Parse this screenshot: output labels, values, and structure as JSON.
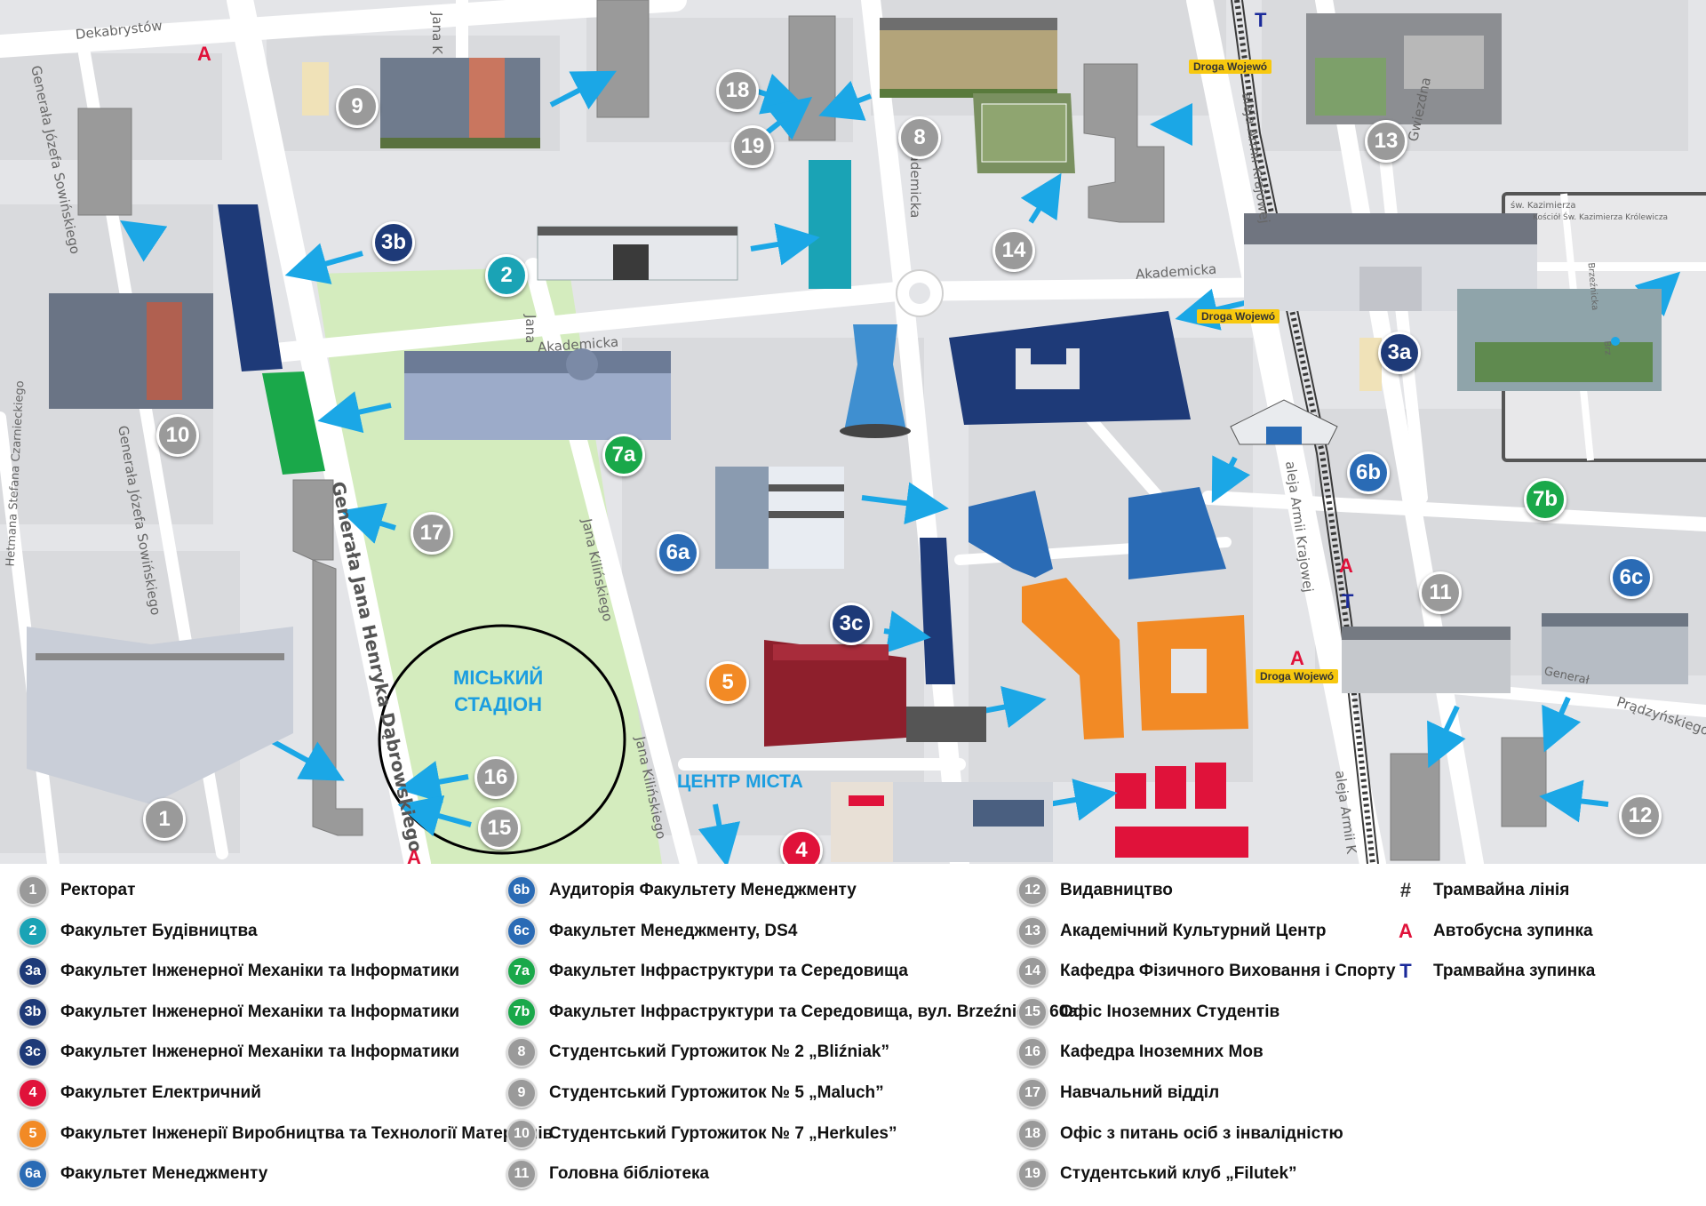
{
  "colors": {
    "grey": "#9a9a9a",
    "teal": "#1aa3b5",
    "navy": "#1e3a78",
    "red": "#e0123a",
    "orange": "#f28a25",
    "blue": "#2a6bb5",
    "green": "#1aa84a",
    "stadium": "#d4ecbe",
    "road": "#ffffff",
    "block": "#d9dadd",
    "arrow": "#1ba7e6"
  },
  "map": {
    "stadium_label": "МІСЬКИЙ\nСТАДІОН",
    "city_center_label": "ЦЕНТР МІСТА",
    "streets": {
      "dekabrystow": "Dekabrystów",
      "jana_k_top": "Jana K",
      "sowinskiego_1": "Generała Józefa Sowińskiego",
      "sowinskiego_2": "Generała Józefa Sowińskiego",
      "czarnieckiego": "Hetmana Stefana Czarnieckiego",
      "dabrowskiego": "Generała Jana Henryka Dąbrowskiego",
      "jana_mid": "Jana",
      "akademicka_1": "Akademicka",
      "akademicka_2": "Akademicka",
      "akademicka_3": "Akademicka",
      "kilinskiego_1": "Jana Kilińskiego",
      "kilinskiego_2": "Jana Kilińskiego",
      "armii_1": "aleja Armii Krajowej",
      "armii_2": "aleja Armii Krajowej",
      "armii_3": "aleja Armii K",
      "gwiezdna": "Gwiezdna",
      "pradzynskiego": "Prądzyńskiego",
      "generala": "Generał",
      "kazimierza": "św. Kazimierza",
      "kosciol": "Kościół Św. Kazimierza Królewicza",
      "brzeznicka": "Brzeźnicka",
      "brz": "Brz"
    },
    "road_signs": {
      "sign_1": "Droga Wojewó",
      "sign_2": "Droga Wojewó",
      "sign_3": "Droga Wojewó"
    },
    "stops": {
      "bus_1": "A",
      "bus_2": "A",
      "bus_3": "A",
      "bus_4": "A",
      "tram_1": "T",
      "tram_2": "T"
    },
    "markers": {
      "m1": {
        "label": "1",
        "color": "#9a9a9a"
      },
      "m2": {
        "label": "2",
        "color": "#1aa3b5"
      },
      "m3a": {
        "label": "3a",
        "color": "#1e3a78"
      },
      "m3b": {
        "label": "3b",
        "color": "#1e3a78"
      },
      "m3c": {
        "label": "3c",
        "color": "#1e3a78"
      },
      "m4": {
        "label": "4",
        "color": "#e0123a"
      },
      "m5": {
        "label": "5",
        "color": "#f28a25"
      },
      "m6a": {
        "label": "6a",
        "color": "#2a6bb5"
      },
      "m6b": {
        "label": "6b",
        "color": "#2a6bb5"
      },
      "m6c": {
        "label": "6c",
        "color": "#2a6bb5"
      },
      "m7a": {
        "label": "7a",
        "color": "#1aa84a"
      },
      "m7b": {
        "label": "7b",
        "color": "#1aa84a"
      },
      "m8": {
        "label": "8",
        "color": "#9a9a9a"
      },
      "m9": {
        "label": "9",
        "color": "#9a9a9a"
      },
      "m10": {
        "label": "10",
        "color": "#9a9a9a"
      },
      "m11": {
        "label": "11",
        "color": "#9a9a9a"
      },
      "m12": {
        "label": "12",
        "color": "#9a9a9a"
      },
      "m13": {
        "label": "13",
        "color": "#9a9a9a"
      },
      "m14": {
        "label": "14",
        "color": "#9a9a9a"
      },
      "m15": {
        "label": "15",
        "color": "#9a9a9a"
      },
      "m16": {
        "label": "16",
        "color": "#9a9a9a"
      },
      "m17": {
        "label": "17",
        "color": "#9a9a9a"
      },
      "m18": {
        "label": "18",
        "color": "#9a9a9a"
      },
      "m19": {
        "label": "19",
        "color": "#9a9a9a"
      }
    }
  },
  "legend": {
    "col1": [
      {
        "label": "1",
        "color": "#9a9a9a",
        "text": "Ректорат"
      },
      {
        "label": "2",
        "color": "#1aa3b5",
        "text": "Факультет Будівництва"
      },
      {
        "label": "3a",
        "color": "#1e3a78",
        "text": "Факультет Інженерної Механіки та Інформатики"
      },
      {
        "label": "3b",
        "color": "#1e3a78",
        "text": "Факультет Інженерної Механіки та Інформатики"
      },
      {
        "label": "3c",
        "color": "#1e3a78",
        "text": "Факультет Інженерної Механіки та Інформатики"
      },
      {
        "label": "4",
        "color": "#e0123a",
        "text": "Факультет Електричний"
      },
      {
        "label": "5",
        "color": "#f28a25",
        "text": "Факультет Інженерії Виробництва та Технології Матеріалів"
      },
      {
        "label": "6a",
        "color": "#2a6bb5",
        "text": "Факультет Менеджменту"
      }
    ],
    "col2": [
      {
        "label": "6b",
        "color": "#2a6bb5",
        "text": "Аудиторія Факультету Менеджменту"
      },
      {
        "label": "6c",
        "color": "#2a6bb5",
        "text": "Факультет Менеджменту, DS4"
      },
      {
        "label": "7a",
        "color": "#1aa84a",
        "text": "Факультет Інфраструктури та Середовища"
      },
      {
        "label": "7b",
        "color": "#1aa84a",
        "text": "Факультет Інфраструктури та Середовища, вул. Brzeźnicka 60a"
      },
      {
        "label": "8",
        "color": "#9a9a9a",
        "text": "Студентський Гуртожиток № 2 „Bliźniak”"
      },
      {
        "label": "9",
        "color": "#9a9a9a",
        "text": "Студентський Гуртожиток № 5 „Maluch”"
      },
      {
        "label": "10",
        "color": "#9a9a9a",
        "text": "Студентський Гуртожиток № 7 „Herkules”"
      },
      {
        "label": "11",
        "color": "#9a9a9a",
        "text": "Головна бібліотека"
      }
    ],
    "col3": [
      {
        "label": "12",
        "color": "#9a9a9a",
        "text": "Видавництво"
      },
      {
        "label": "13",
        "color": "#9a9a9a",
        "text": "Академічний Культурний Центр"
      },
      {
        "label": "14",
        "color": "#9a9a9a",
        "text": "Кафедра Фізичного Виховання і Спорту"
      },
      {
        "label": "15",
        "color": "#9a9a9a",
        "text": "Офіс Іноземних Студентів"
      },
      {
        "label": "16",
        "color": "#9a9a9a",
        "text": "Кафедра Іноземних Мов"
      },
      {
        "label": "17",
        "color": "#9a9a9a",
        "text": "Навчальний відділ"
      },
      {
        "label": "18",
        "color": "#9a9a9a",
        "text": "Офіс з питань осіб з інвалідністю"
      },
      {
        "label": "19",
        "color": "#9a9a9a",
        "text": "Студентський клуб „Filutek”"
      }
    ],
    "keys": [
      {
        "symbol": "#",
        "color": "#333333",
        "text": "Трамвайна лінія"
      },
      {
        "symbol": "A",
        "color": "#e0123a",
        "text": "Автобусна зупинка"
      },
      {
        "symbol": "T",
        "color": "#1a2a9a",
        "text": "Трамвайна зупинка"
      }
    ]
  }
}
